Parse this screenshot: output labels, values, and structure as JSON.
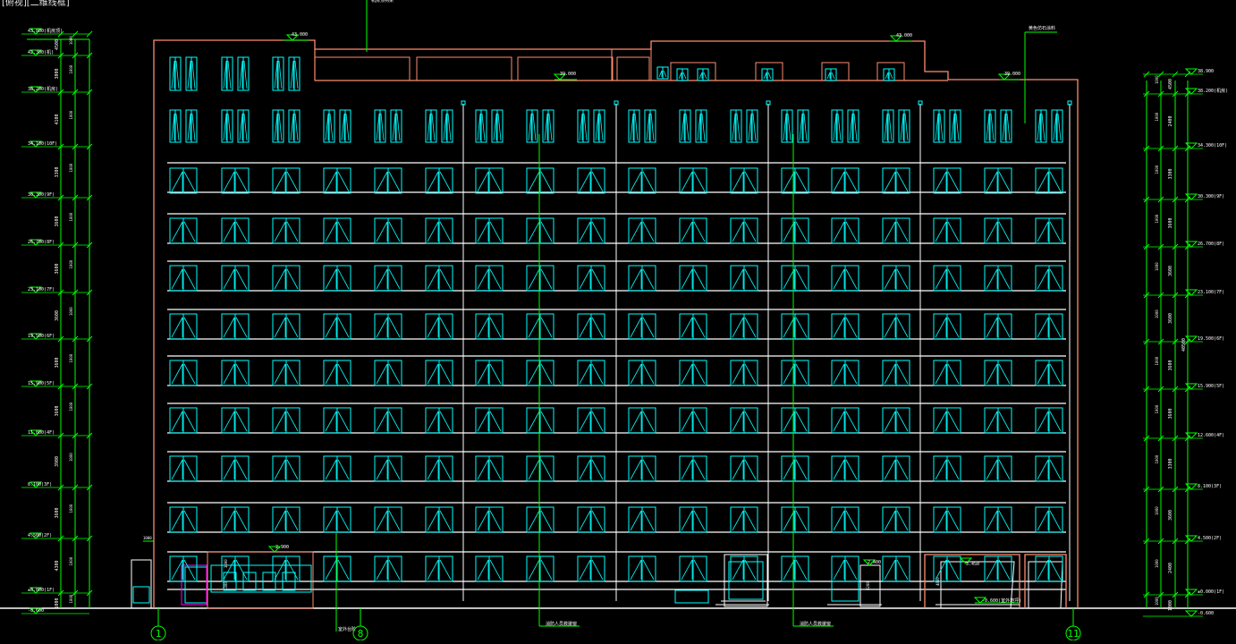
{
  "viewport_header": "[俯视][二维线框]",
  "colors": {
    "background": "#000000",
    "outline": "#ff8c6e",
    "window": "#00ffff",
    "dim": "#00ff00",
    "line": "#ffffff",
    "accent": "#ff00ff"
  },
  "left_levels": [
    {
      "label": "43.800(机房顶)"
    },
    {
      "label": "42.300(机)"
    },
    {
      "label": "38.200(机房)"
    },
    {
      "label": "34.100(10F)"
    },
    {
      "label": "30.300(9F)"
    },
    {
      "label": "26.700(8F)"
    },
    {
      "label": "23.100(7F)"
    },
    {
      "label": "19.500(6F)"
    },
    {
      "label": "15.900(5F)"
    },
    {
      "label": "11.800(4F)"
    },
    {
      "label": "8.100(3F)"
    },
    {
      "label": "4.500(2F)"
    },
    {
      "label": "±0.000(1F)"
    },
    {
      "label": "-0.600"
    }
  ],
  "right_levels": [
    {
      "label": "38.900"
    },
    {
      "label": "38.200(机房)"
    },
    {
      "label": "34.300(10F)"
    },
    {
      "label": "30.300(9F)"
    },
    {
      "label": "26.700(8F)"
    },
    {
      "label": "23.100(7F)"
    },
    {
      "label": "19.500(6F)"
    },
    {
      "label": "15.900(5F)"
    },
    {
      "label": "12.600(4F)"
    },
    {
      "label": "8.100(3F)"
    },
    {
      "label": "4.500(2F)"
    },
    {
      "label": "±0.000(1F)"
    },
    {
      "label": "-0.600"
    }
  ],
  "left_dims": [
    "4500",
    "3000",
    "4100",
    "3300",
    "3600",
    "3600",
    "3600",
    "3600",
    "3600",
    "3900",
    "3600",
    "4300",
    "1000"
  ],
  "right_dims": [
    "4500",
    "2400",
    "3300",
    "3600",
    "3600",
    "3600",
    "3600",
    "3600",
    "3300",
    "3600",
    "2400",
    "1000"
  ],
  "right_total": "40500",
  "elevation_marks": {
    "top_left": "43.000",
    "top_right": "43.000",
    "roof_mid": "39.000",
    "roof_right": "39.000",
    "canopy_left": "2.900",
    "canopy_right": "3.450",
    "entrance": "2.400",
    "ground_right": "-0.600(室外地坪)"
  },
  "annotations": {
    "top_callout": "机房顶构架",
    "right_callout": "黄色仿石涂料",
    "firefighter_left": "消防人员救援窗",
    "firefighter_right": "消防人员救援窗",
    "bottom_left": "室外台阶"
  },
  "axis_bubbles": [
    "1",
    "8",
    "11"
  ]
}
